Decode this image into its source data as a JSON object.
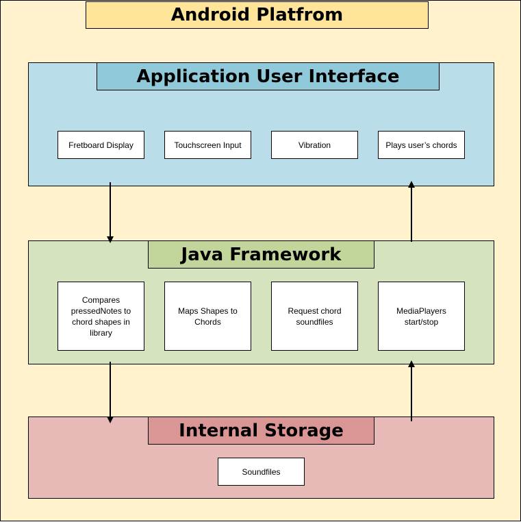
{
  "diagram": {
    "title": "Android Platfrom",
    "colors": {
      "background": "#fff2cc",
      "title_fill": "#ffe599",
      "app_layer": "#b9dde9",
      "app_header": "#8fc9da",
      "java_layer": "#d5e3bf",
      "java_header": "#c2d69b",
      "storage_layer": "#e7b9b7",
      "storage_header": "#d99694"
    },
    "layers": {
      "application": {
        "title": "Application User Interface",
        "nodes": [
          "Fretboard Display",
          "Touchscreen Input",
          "Vibration",
          "Plays user’s chords"
        ]
      },
      "java": {
        "title": "Java Framework",
        "nodes": [
          "Compares pressedNotes to chord shapes in library",
          "Maps Shapes to Chords",
          "Request chord soundfiles",
          "MediaPlayers start/stop"
        ]
      },
      "storage": {
        "title": "Internal Storage",
        "nodes": [
          "Soundfiles"
        ]
      }
    },
    "edges": [
      {
        "from": "Application User Interface",
        "to": "Java Framework"
      },
      {
        "from": "Java Framework",
        "to": "Application User Interface"
      },
      {
        "from": "Java Framework",
        "to": "Internal Storage"
      },
      {
        "from": "Internal Storage",
        "to": "Java Framework"
      }
    ]
  }
}
